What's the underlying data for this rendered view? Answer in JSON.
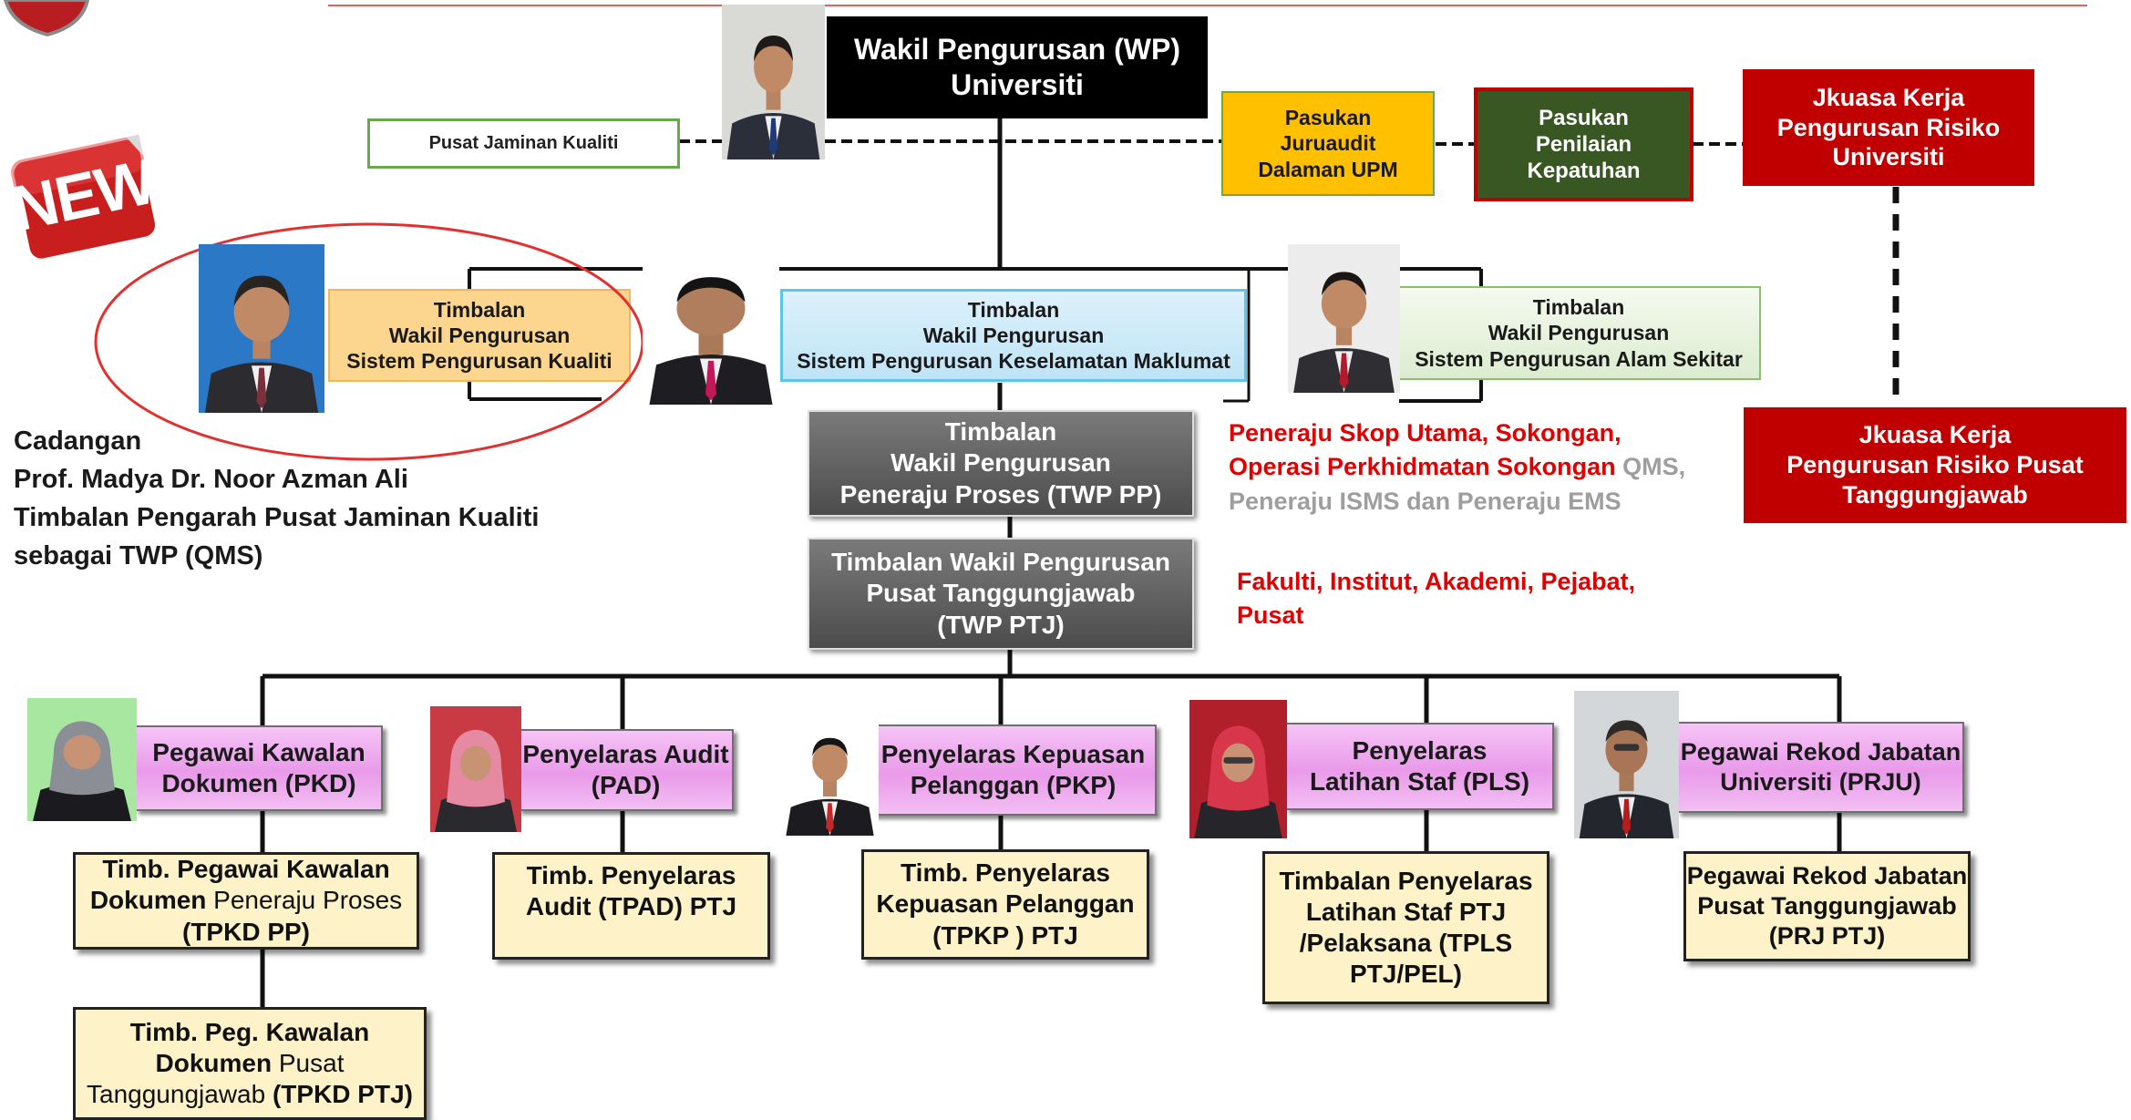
{
  "colors": {
    "top_box": "#000000",
    "pusat_jaminan_border": "#6aa84f",
    "pasukan_juruaudit_bg": "#ffc000",
    "pasukan_penilaian_bg": "#385723",
    "pasukan_penilaian_border": "#c00000",
    "jkuasa_bg": "#c00000",
    "twp_qms_bg": "#fcd58e",
    "twp_isms_bg": "#c9e8f8",
    "twp_ems_bg": "#e4f0da",
    "grey_box_bg": "#595959",
    "pink_box_bg": "#eeaaee",
    "cream_box_bg": "#fdf2c8",
    "red_note": "#e00000",
    "grey_note": "#9e9e9e"
  },
  "top": {
    "line1": "Wakil Pengurusan (WP)",
    "line2": "Universiti"
  },
  "pusat_jaminan": "Pusat Jaminan Kualiti",
  "pasukan_juruaudit": {
    "line1": "Pasukan",
    "line2": "Juruaudit",
    "line3": "Dalaman UPM"
  },
  "pasukan_penilaian": {
    "line1": "Pasukan",
    "line2": "Penilaian",
    "line3": "Kepatuhan"
  },
  "jkuasa_universiti": {
    "line1": "Jkuasa Kerja",
    "line2": "Pengurusan Risiko",
    "line3": "Universiti"
  },
  "jkuasa_ptj": {
    "line1": "Jkuasa Kerja",
    "line2": "Pengurusan Risiko Pusat",
    "line3": "Tanggungjawab"
  },
  "new_badge": "NEW",
  "twp_qms": {
    "line1": "Timbalan",
    "line2": "Wakil Pengurusan",
    "line3": "Sistem Pengurusan Kualiti"
  },
  "twp_isms": {
    "line1": "Timbalan",
    "line2": "Wakil Pengurusan",
    "line3": "Sistem Pengurusan Keselamatan Maklumat"
  },
  "twp_ems": {
    "line1": "Timbalan",
    "line2": "Wakil Pengurusan",
    "line3": "Sistem Pengurusan Alam Sekitar"
  },
  "cadangan": {
    "line1": "Cadangan",
    "line2": "Prof. Madya Dr. Noor Azman Ali",
    "line3": "Timbalan Pengarah Pusat Jaminan Kualiti",
    "line4": "sebagai TWP (QMS)"
  },
  "twp_pp": {
    "line1": "Timbalan",
    "line2": "Wakil Pengurusan",
    "line3": "Peneraju Proses (TWP PP)"
  },
  "twp_ptj": {
    "line1": "Timbalan Wakil Pengurusan",
    "line2": "Pusat Tanggungjawab",
    "line3": "(TWP PTJ)"
  },
  "peneraju_note": {
    "red1": "Peneraju Skop Utama, Sokongan,",
    "red2": "Operasi Perkhidmatan Sokongan",
    "grey2": " QMS,",
    "grey3": "Peneraju  ISMS dan Peneraju EMS"
  },
  "ptj_note": {
    "line1": "Fakulti, Institut, Akademi, Pejabat,",
    "line2": "Pusat"
  },
  "pkd": {
    "line1": "Pegawai Kawalan",
    "line2": "Dokumen  (PKD)"
  },
  "pad": {
    "line1": "Penyelaras Audit",
    "line2": "(PAD)"
  },
  "pkp": {
    "line1": "Penyelaras Kepuasan",
    "line2": "Pelanggan  (PKP)"
  },
  "pls": {
    "line1": "Penyelaras",
    "line2": "Latihan Staf  (PLS)"
  },
  "prju": {
    "line1": "Pegawai Rekod Jabatan",
    "line2": "Universiti  (PRJU)"
  },
  "tpkd_pp": {
    "line1": "Timb. Pegawai Kawalan",
    "line2a": "Dokumen",
    "line2b": "  Peneraju Proses",
    "line3": "(TPKD PP)"
  },
  "tpkd_ptj": {
    "line1": "Timb. Peg. Kawalan",
    "line2a": "Dokumen",
    "line2b": "  Pusat",
    "line3a": "Tanggungjawab",
    "line3b": " (TPKD PTJ)"
  },
  "tpad": {
    "line1": "Timb. Penyelaras",
    "line2": "Audit (TPAD) PTJ"
  },
  "tpkp": {
    "line1": "Timb. Penyelaras",
    "line2": "Kepuasan Pelanggan",
    "line3": "(TPKP ) PTJ"
  },
  "tpls": {
    "line1": "Timbalan Penyelaras",
    "line2": "Latihan Staf  PTJ",
    "line3": "/Pelaksana (TPLS",
    "line4": "PTJ/PEL)"
  },
  "prj_ptj": {
    "line1": "Pegawai Rekod Jabatan",
    "line2": "Pusat Tanggungjawab",
    "line3": "(PRJ PTJ)"
  }
}
